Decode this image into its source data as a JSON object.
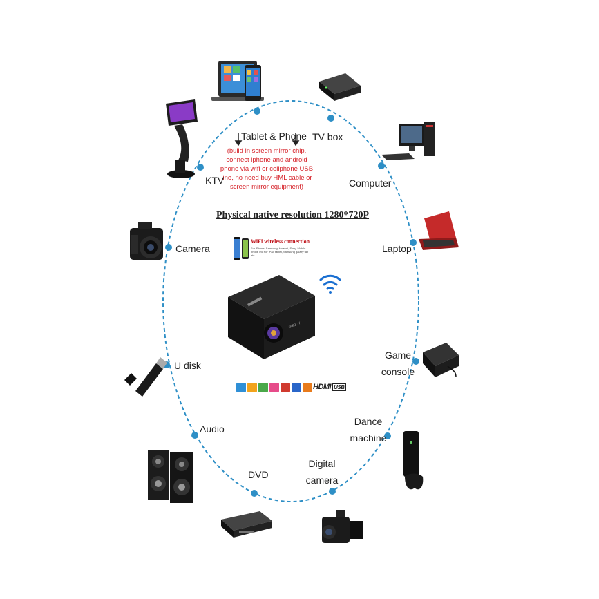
{
  "diagram": {
    "colors": {
      "ring": "#2e8fc6",
      "dot": "#2e8fc6",
      "note": "#d6232a",
      "wifi": "#1a6fd1"
    },
    "nodes": [
      {
        "id": "tablet-phone",
        "label": "Tablet & Phone",
        "icon": "tablet-phone-icon"
      },
      {
        "id": "tv-box",
        "label": "TV box",
        "icon": "tv-box-icon"
      },
      {
        "id": "computer",
        "label": "Computer",
        "icon": "desktop-computer-icon"
      },
      {
        "id": "laptop",
        "label": "Laptop",
        "icon": "laptop-icon"
      },
      {
        "id": "game-console",
        "label_line1": "Game",
        "label_line2": "console",
        "icon": "game-console-icon"
      },
      {
        "id": "dance-machine",
        "label_line1": "Dance",
        "label_line2": "machine",
        "icon": "dance-machine-icon"
      },
      {
        "id": "digital-camera",
        "label_line1": "Digital",
        "label_line2": "camera",
        "icon": "camcorder-icon"
      },
      {
        "id": "dvd",
        "label": "DVD",
        "icon": "dvd-player-icon"
      },
      {
        "id": "audio",
        "label": "Audio",
        "icon": "speakers-icon"
      },
      {
        "id": "u-disk",
        "label": "U disk",
        "icon": "usb-drive-icon"
      },
      {
        "id": "camera",
        "label": "Camera",
        "icon": "dslr-camera-icon"
      },
      {
        "id": "ktv",
        "label": "KTV",
        "icon": "ktv-kiosk-icon"
      }
    ],
    "tablet_note": "(build in screen mirror chip, connect iphone and android phone via wifi or cellphone USB line, no need buy HML cable or screen mirror equipment)",
    "title": "Physical native resolution 1280*720P",
    "wifi_connection_title": "WiFi wireless connection",
    "wifi_connection_sub": "For iPhone, Samsung, Huawei, Sony, Mobile phone etc For iPad tablet, Samsung galaxy tab etc",
    "projector_brand": "WEJOY",
    "port_badges": [
      "#2f8fd6",
      "#f2a31c",
      "#4aa84a",
      "#e64c8a",
      "#d03a2f",
      "#2a66c9",
      "#e87b1c"
    ],
    "hdmi_label": "HDMI",
    "usb_label": "USB"
  }
}
